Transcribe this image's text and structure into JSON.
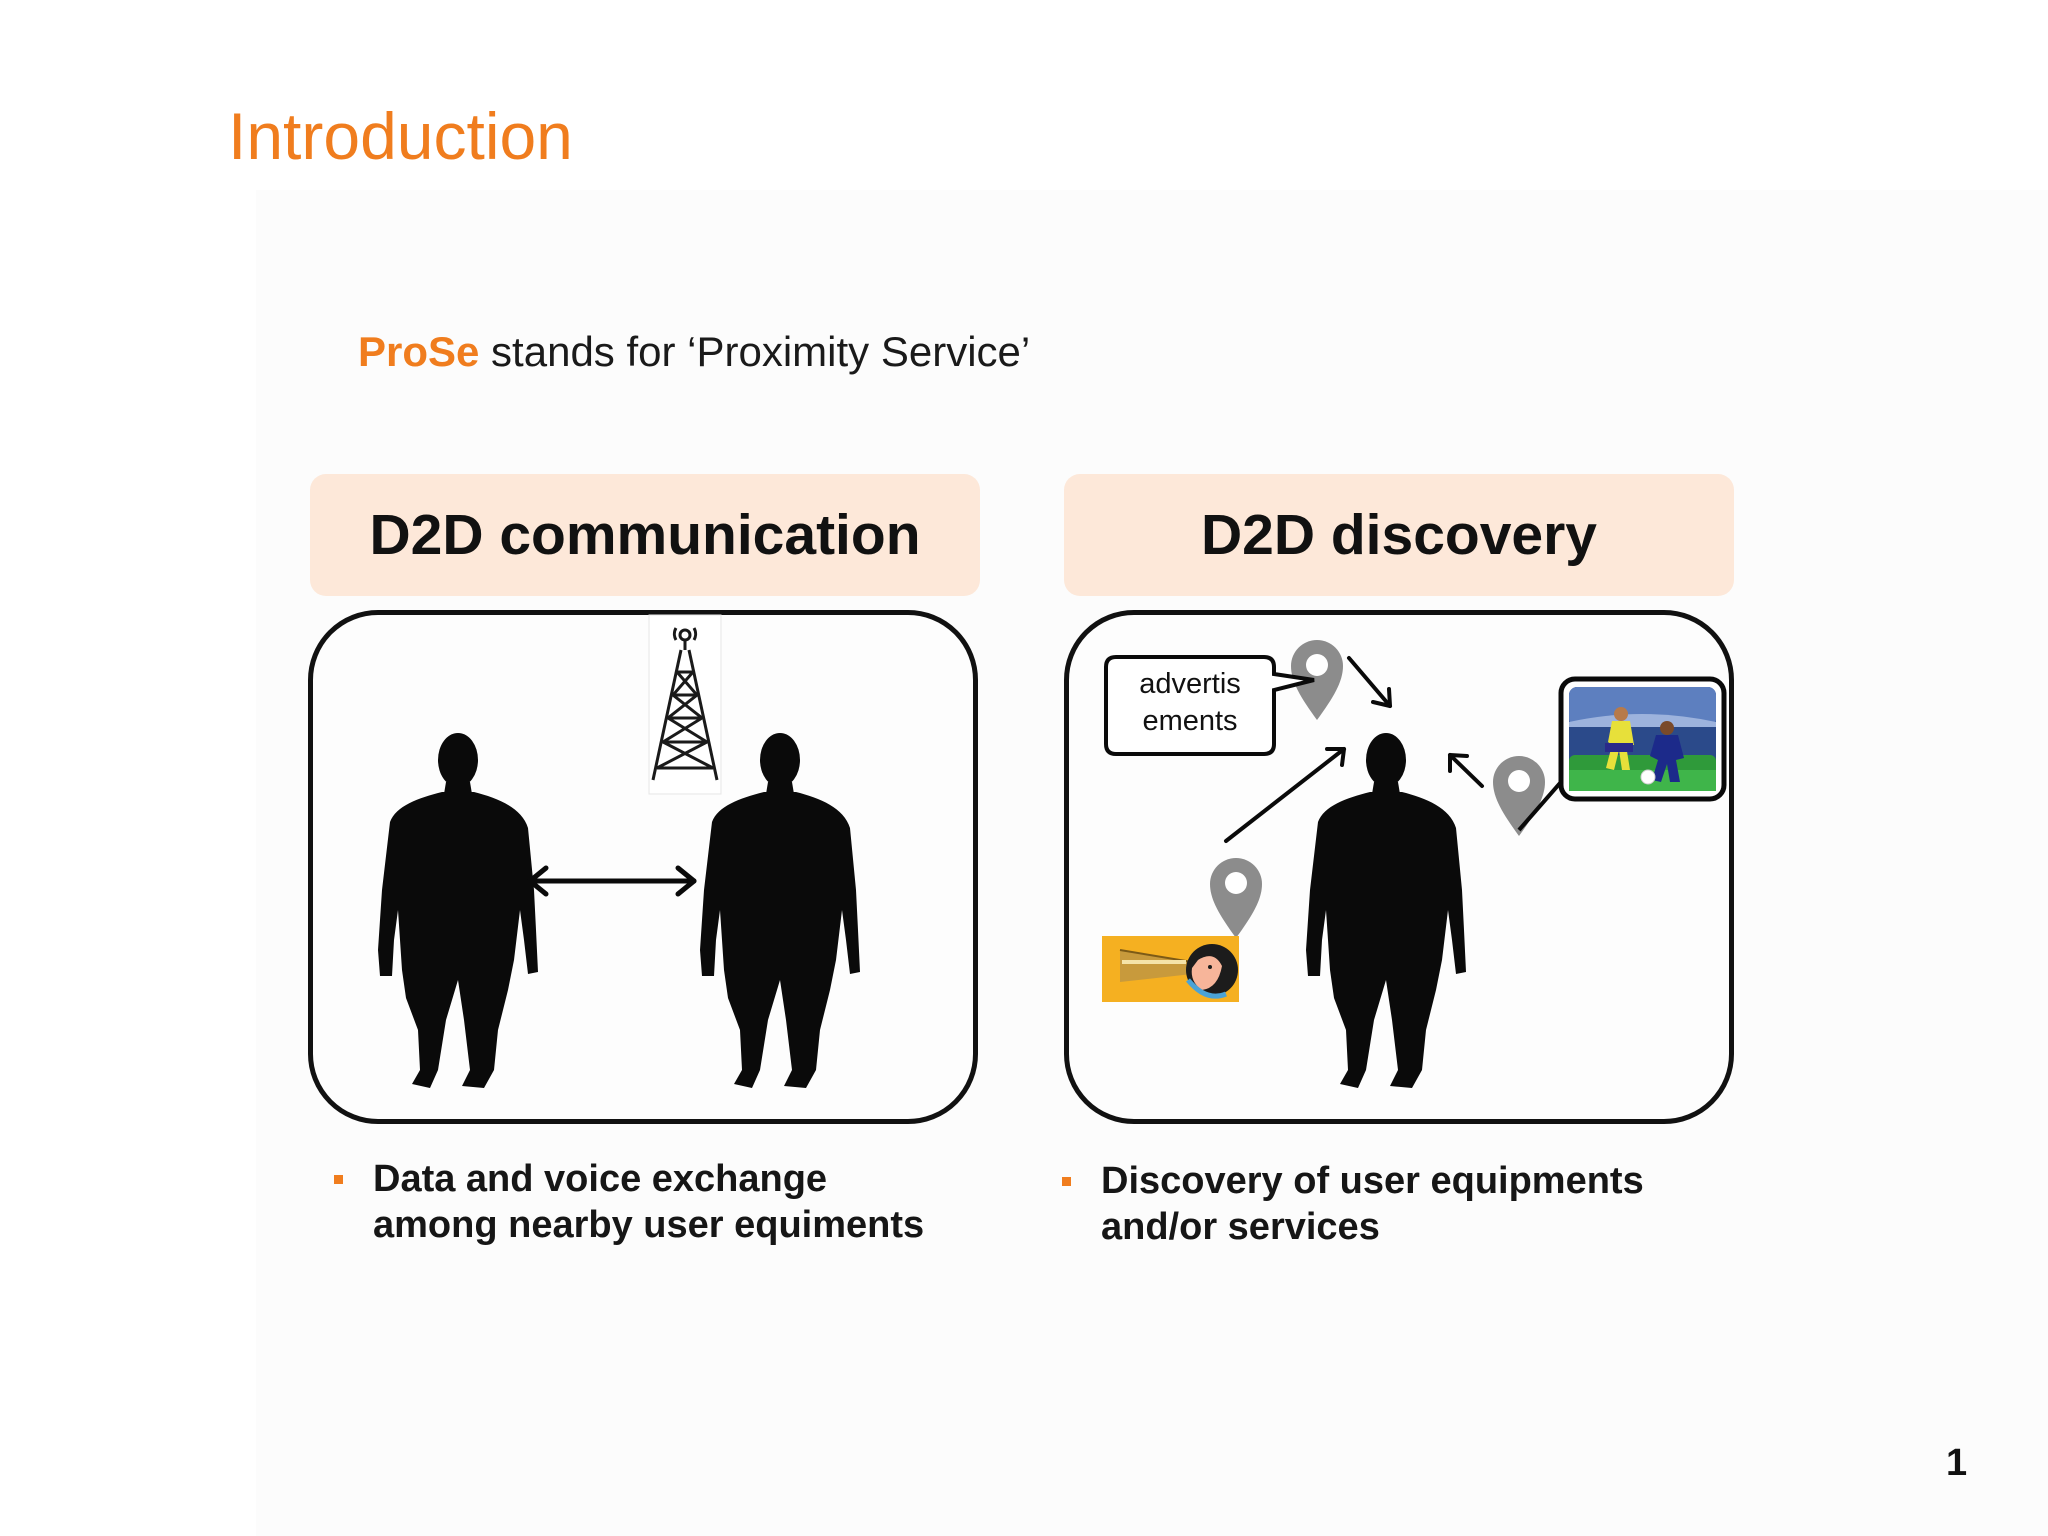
{
  "slide": {
    "title": "Introduction",
    "page_number": "1"
  },
  "intro": {
    "acronym": "ProSe",
    "definition": " stands for ‘Proximity Service’"
  },
  "sections": [
    {
      "header": "D2D communication",
      "bullet": "Data and voice exchange\namong nearby user equiments"
    },
    {
      "header": "D2D discovery",
      "bullet": "Discovery of user equipments\nand/or services",
      "callout": "advertis\nements"
    }
  ],
  "colors": {
    "accent": "#f07d1e",
    "header_fill": "#fde8d9",
    "pin_gray": "#8c8c8c"
  }
}
